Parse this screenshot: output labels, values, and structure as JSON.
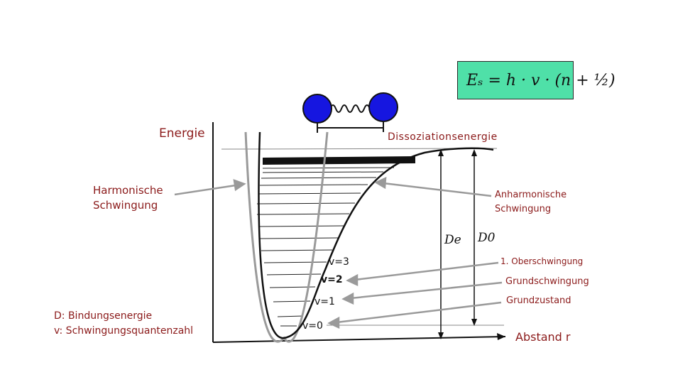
{
  "formula": {
    "text": "Eₛ = h · v · (n + ½)",
    "bg_color": "#4fe0a8"
  },
  "axis": {
    "y_label": "Energie",
    "x_label": "Abstand r"
  },
  "labels": {
    "dissociation": "Dissoziationsenergie",
    "harmonic_line1": "Harmonische",
    "harmonic_line2": "Schwingung",
    "anharmonic_line1": "Anharmonische",
    "anharmonic_line2": "Schwingung",
    "de": "De",
    "d0": "D0",
    "overtone": "1. Oberschwingung",
    "fundamental": "Grundschwingung",
    "ground_state": "Grundzustand",
    "legend_d": "D: Bindungsenergie",
    "legend_v": "v: Schwingungsquantenzahl"
  },
  "levels": [
    "v=3",
    "v=2",
    "v=1",
    "v=0"
  ],
  "colors": {
    "red_text": "#8b1a1a",
    "molecule_blue": "#1616e0",
    "arrow_gray": "#9a9a9a",
    "curve_black": "#111111"
  }
}
